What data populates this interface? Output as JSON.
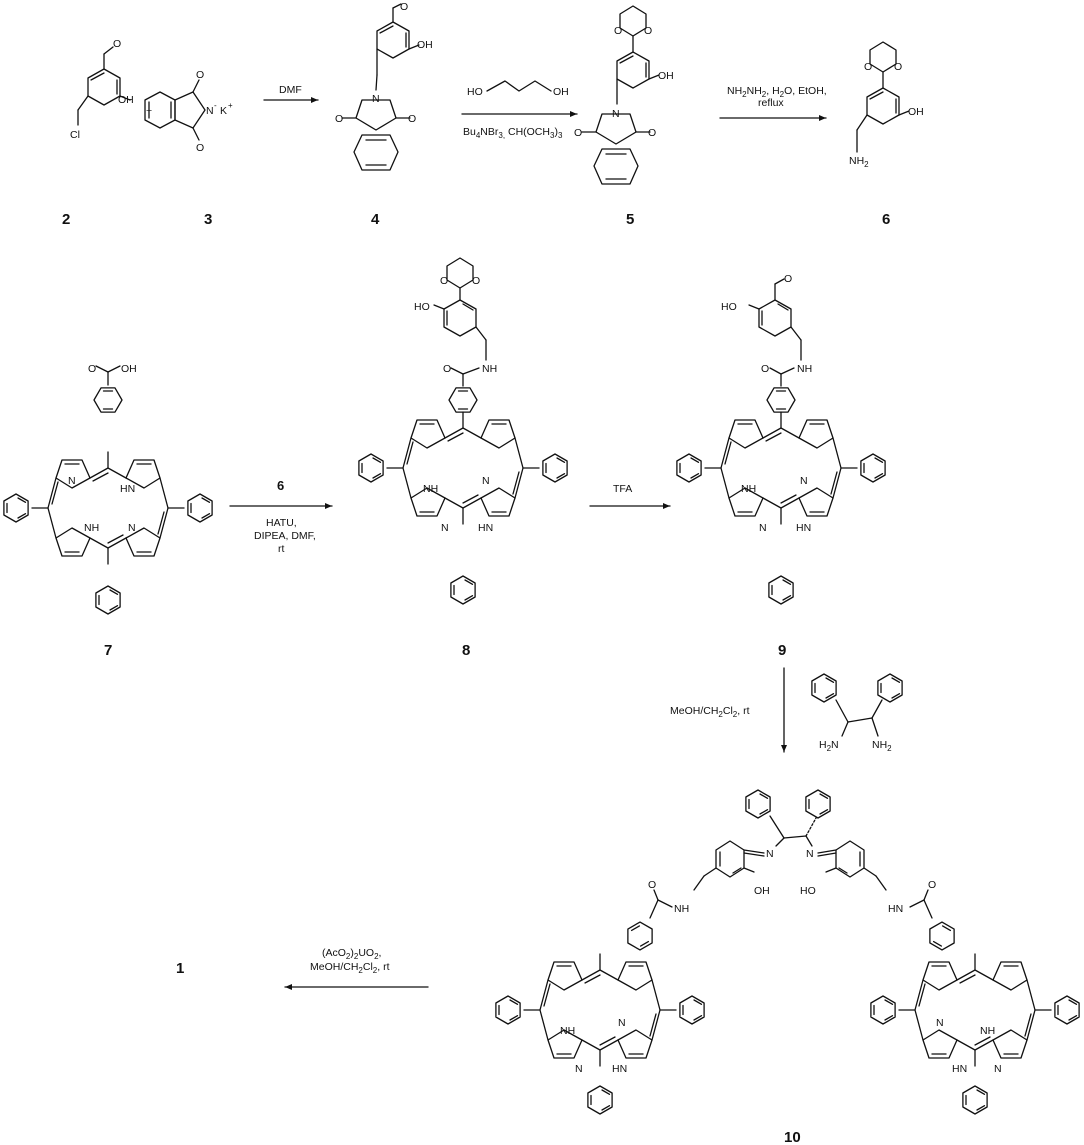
{
  "compounds": {
    "c2": "2",
    "c3": "3",
    "c4": "4",
    "c5": "5",
    "c6": "6",
    "c7": "7",
    "c8": "8",
    "c9": "9",
    "c10": "10",
    "c1": "1"
  },
  "atoms": {
    "oh": "OH",
    "cl": "Cl",
    "o": "O",
    "n": "N",
    "nh": "NH",
    "hn": "HN",
    "ho": "HO",
    "k": "K",
    "plus": "+",
    "minus": "-",
    "nh2": "NH",
    "h2n": "H",
    "two": "2"
  },
  "conditions": {
    "r1": "DMF",
    "r2_diol": [
      "HO",
      "OH"
    ],
    "r2_line1_a": "Bu",
    "r2_line1_sub1": "4",
    "r2_line1_b": "NBr",
    "r2_line1_sub2": "3,",
    "r2_line1_c": " CH(OCH",
    "r2_line1_sub3": "3",
    "r2_line1_d": ")",
    "r2_line1_sub4": "3",
    "r3_line1_a": "NH",
    "r3_line1_sub1": "2",
    "r3_line1_b": "NH",
    "r3_line1_sub2": "2",
    "r3_line1_c": ", H",
    "r3_line1_sub3": "2",
    "r3_line1_d": "O, EtOH,",
    "r3_line2": "reflux",
    "r4_reagent": "6",
    "r4_lines": [
      "HATU,",
      "DIPEA, DMF,",
      "rt"
    ],
    "r5": "TFA",
    "r6_a": "MeOH/CH",
    "r6_sub1": "2",
    "r6_b": "Cl",
    "r6_sub2": "2",
    "r6_c": ", rt",
    "r7_l1_a": "(AcO",
    "r7_l1_sub1": "2",
    "r7_l1_b": ")",
    "r7_l1_sub2": "2",
    "r7_l1_c": "UO",
    "r7_l1_sub3": "2",
    "r7_l1_d": ",",
    "r7_l2_a": "MeOH/CH",
    "r7_l2_sub1": "2",
    "r7_l2_b": "Cl",
    "r7_l2_sub2": "2",
    "r7_l2_c": ", rt"
  }
}
